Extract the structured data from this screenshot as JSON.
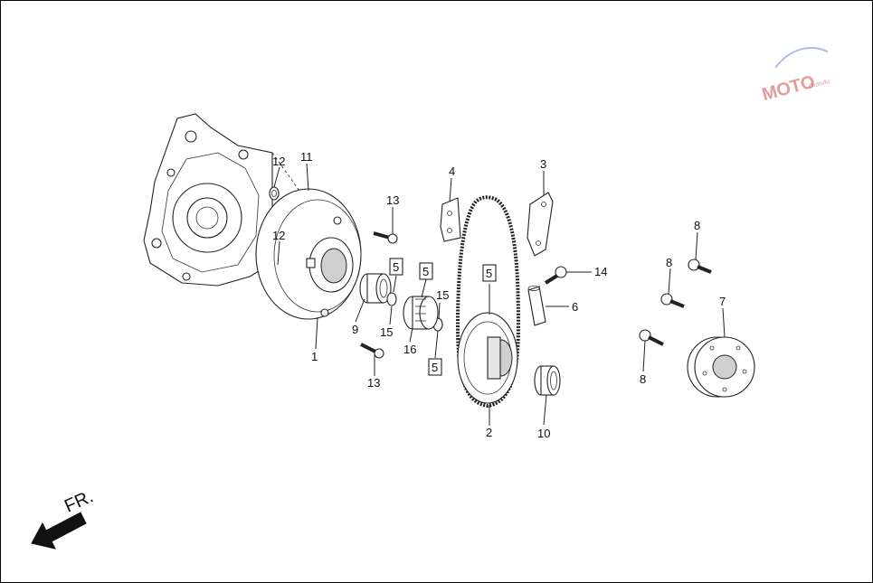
{
  "diagram": {
    "callouts": [
      {
        "id": "c1",
        "label": "1"
      },
      {
        "id": "c2",
        "label": "2"
      },
      {
        "id": "c3",
        "label": "3"
      },
      {
        "id": "c4",
        "label": "4"
      },
      {
        "id": "c6",
        "label": "6"
      },
      {
        "id": "c7",
        "label": "7"
      },
      {
        "id": "c8a",
        "label": "8"
      },
      {
        "id": "c8b",
        "label": "8"
      },
      {
        "id": "c8c",
        "label": "8"
      },
      {
        "id": "c9",
        "label": "9"
      },
      {
        "id": "c10",
        "label": "10"
      },
      {
        "id": "c11",
        "label": "11"
      },
      {
        "id": "c12a",
        "label": "12"
      },
      {
        "id": "c12b",
        "label": "12"
      },
      {
        "id": "c13a",
        "label": "13"
      },
      {
        "id": "c13b",
        "label": "13"
      },
      {
        "id": "c14",
        "label": "14"
      },
      {
        "id": "c15a",
        "label": "15"
      },
      {
        "id": "c15b",
        "label": "15"
      },
      {
        "id": "c16",
        "label": "16"
      }
    ],
    "boxed_callouts": [
      {
        "id": "b5a",
        "label": "5"
      },
      {
        "id": "b5b",
        "label": "5"
      },
      {
        "id": "b5c",
        "label": "5"
      },
      {
        "id": "b5d",
        "label": "5"
      }
    ],
    "direction_indicator": {
      "label": "FR."
    },
    "watermark": {
      "text": "MOTO",
      "subtext": "Ordrufu"
    }
  }
}
